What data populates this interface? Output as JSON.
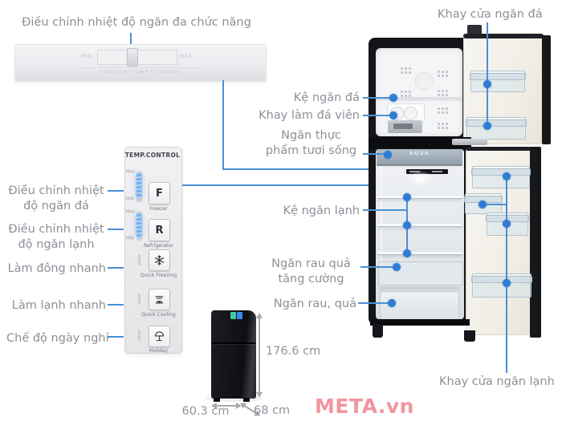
{
  "colors": {
    "accent_blue": "#4a8fd6",
    "dot_blue": "#2f7cd4",
    "label_gray": "#8b9198",
    "watermark_red": "#f0969f",
    "led_blue": "#6fb2f8"
  },
  "chiller": {
    "callout": "Điều chỉnh nhiệt độ ngăn đa chức năng",
    "min": "MIN",
    "max": "MAX",
    "caption": "CHILLER TEMP.CONTROL"
  },
  "temp_panel": {
    "title": "TEMP.CONTROL",
    "freezer": {
      "max": "MAX",
      "min": "MIN",
      "key": "F",
      "label": "Freezer"
    },
    "refrigerator": {
      "max": "MAX",
      "min": "MIN",
      "key": "R",
      "label": "Refrigerator"
    },
    "quick_freezing": {
      "label": "Quick Freezing"
    },
    "quick_cooling": {
      "label": "Quick Cooling"
    },
    "holiday": {
      "label": "Holiday"
    }
  },
  "callouts_left": [
    {
      "line1": "Điều chỉnh nhiệt",
      "line2": "độ ngăn đá"
    },
    {
      "line1": "Điều chỉnh nhiệt",
      "line2": "độ ngăn lạnh"
    },
    {
      "line1": "Làm đông nhanh"
    },
    {
      "line1": "Làm lạnh nhanh"
    },
    {
      "line1": "Chế độ ngày nghỉ"
    }
  ],
  "callouts_right": {
    "freezer_door_tray": "Khay cửa ngăn đá",
    "freezer_shelf": "Kệ ngăn đá",
    "ice_maker_tray": "Khay làm đá viên",
    "fresh_food_line1": "Ngăn thực",
    "fresh_food_line2": "phẩm tươi sống",
    "fridge_shelf": "Kệ ngăn lạnh",
    "crisper_boost_line1": "Ngăn rau quả",
    "crisper_boost_line2": "tăng cường",
    "crisper": "Ngăn rau, quả",
    "fridge_door_tray": "Khay cửa ngăn lạnh"
  },
  "fridge": {
    "brand": "AQUA"
  },
  "dimensions": {
    "height": "176.6 cm",
    "width": "60.3 cm",
    "depth": "68 cm"
  },
  "watermark": "META.vn"
}
